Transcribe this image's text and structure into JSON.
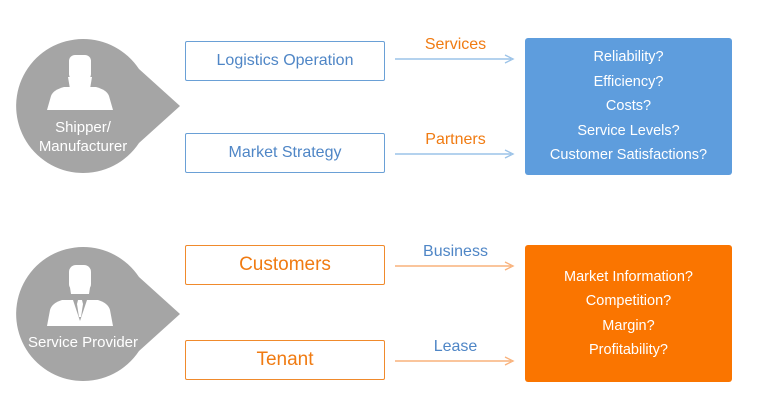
{
  "colors": {
    "gray_drop": "#a5a5a5",
    "blue_accent": "#5e9ddd",
    "orange_accent": "#fa7500"
  },
  "shipper": {
    "label_line1": "Shipper/",
    "label_line2": "Manufacturer",
    "icon": "person-icon",
    "boxes": [
      {
        "label": "Logistics Operation",
        "connector": "Services"
      },
      {
        "label": "Market Strategy",
        "connector": "Partners"
      }
    ],
    "questions": [
      "Reliability?",
      "Efficiency?",
      "Costs?",
      "Service Levels?",
      "Customer Satisfactions?"
    ]
  },
  "provider": {
    "label": "Service Provider",
    "icon": "businessman-icon",
    "boxes": [
      {
        "label": "Customers",
        "connector": "Business"
      },
      {
        "label": "Tenant",
        "connector": "Lease"
      }
    ],
    "questions": [
      "Market Information?",
      "Competition?",
      "Margin?",
      "Profitability?"
    ]
  }
}
